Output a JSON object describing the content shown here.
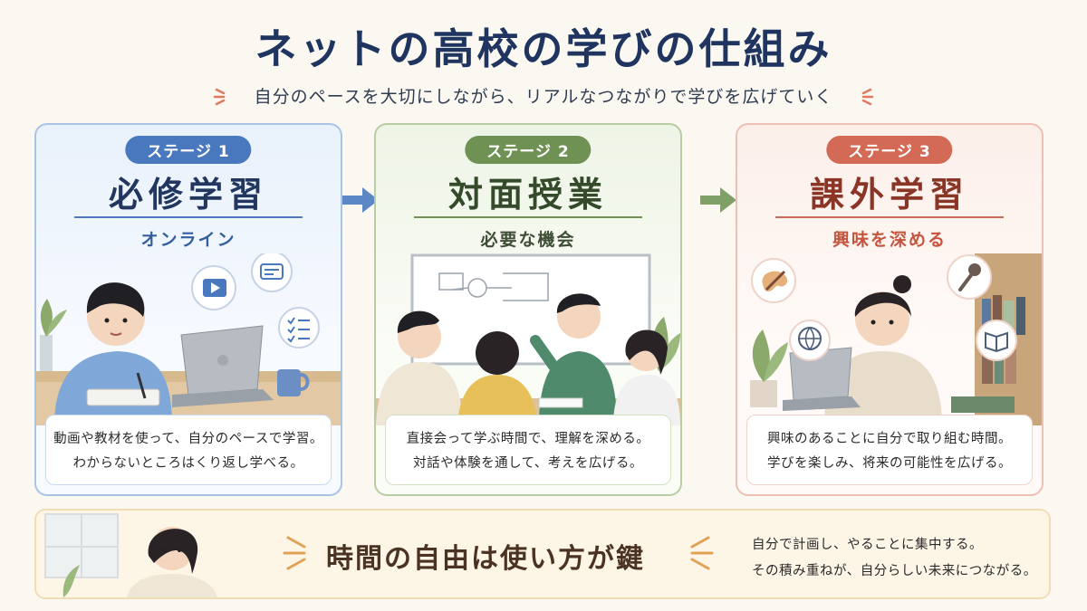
{
  "header": {
    "title": "ネットの高校の学びの仕組み",
    "subtitle": "自分のペースを大切にしながら、リアルなつながりで学びを広げていく"
  },
  "stages": [
    {
      "badge": "ステージ 1",
      "title": "必修学習",
      "subtitle": "オンライン",
      "desc_line1": "動画や教材を使って、自分のペースで学習。",
      "desc_line2": "わからないところはくり返し学べる。",
      "accent": "#4a78bf"
    },
    {
      "badge": "ステージ 2",
      "title": "対面授業",
      "subtitle": "必要な機会",
      "desc_line1": "直接会って学ぶ時間で、理解を深める。",
      "desc_line2": "対話や体験を通して、考えを広げる。",
      "accent": "#6f9153"
    },
    {
      "badge": "ステージ 3",
      "title": "課外学習",
      "subtitle": "興味を深める",
      "desc_line1": "興味のあることに自分で取り組む時間。",
      "desc_line2": "学びを楽しみ、将来の可能性を広げる。",
      "accent": "#d26a55"
    }
  ],
  "footer": {
    "key_message": "時間の自由は使い方が鍵",
    "note_line1": "自分で計画し、やることに集中する。",
    "note_line2": "その積み重ねが、自分らしい未来につながる。"
  }
}
